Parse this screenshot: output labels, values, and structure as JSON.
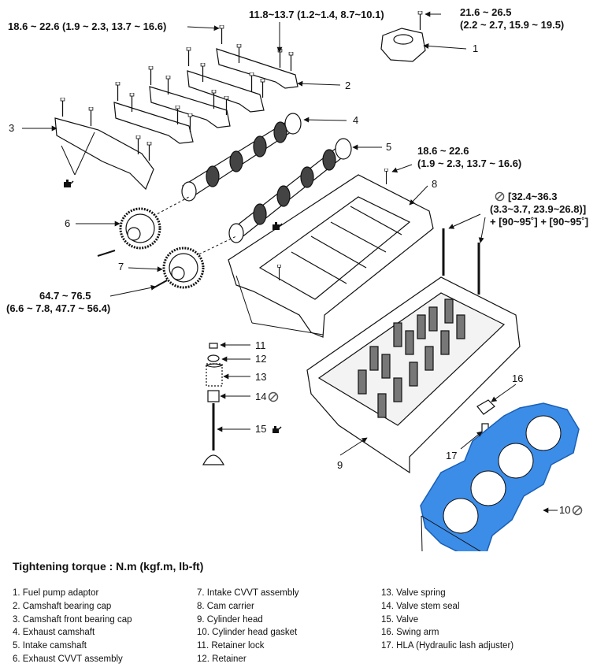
{
  "torque_specs": {
    "t1": "18.6 ~ 22.6 (1.9 ~ 2.3, 13.7 ~ 16.6)",
    "t2": "11.8~13.7 (1.2~1.4, 8.7~10.1)",
    "t3_line1": "21.6 ~ 26.5",
    "t3_line2": "(2.2 ~ 2.7, 15.9 ~ 19.5)",
    "t4_line1": "18.6 ~ 22.6",
    "t4_line2": "(1.9 ~ 2.3, 13.7 ~ 16.6)",
    "t5_line1": "[32.4~36.3",
    "t5_line2": "(3.3~3.7, 23.9~26.8)]",
    "t5_line3": "+ [90~95˚] + [90~95˚]",
    "t6_line1": "64.7 ~ 76.5",
    "t6_line2": "(6.6 ~ 7.8, 47.7 ~ 56.4)"
  },
  "callout_numbers": [
    "1",
    "2",
    "3",
    "4",
    "5",
    "6",
    "7",
    "8",
    "9",
    "10",
    "11",
    "12",
    "13",
    "14",
    "15",
    "16",
    "17"
  ],
  "heading": "Tightening torque : N.m (kgf.m, lb-ft)",
  "legend": {
    "col1": [
      "1. Fuel pump adaptor",
      "2. Camshaft bearing cap",
      "3. Camshaft front bearing cap",
      "4. Exhaust camshaft",
      "5. Intake camshaft",
      "6. Exhaust CVVT assembly"
    ],
    "col2": [
      "7. Intake CVVT assembly",
      "8. Cam carrier",
      "9. Cylinder head",
      "10. Cylinder head gasket",
      "11. Retainer lock",
      "12. Retainer"
    ],
    "col3": [
      "13. Valve spring",
      "14. Valve stem seal",
      "15. Valve",
      "16. Swing arm",
      "17. HLA (Hydraulic lash adjuster)"
    ]
  },
  "colors": {
    "gasket": "#3c8de8",
    "line": "#111111"
  },
  "icons": [
    "no-reuse-icon",
    "apply-sealant-icon",
    "apply-oil-icon"
  ]
}
